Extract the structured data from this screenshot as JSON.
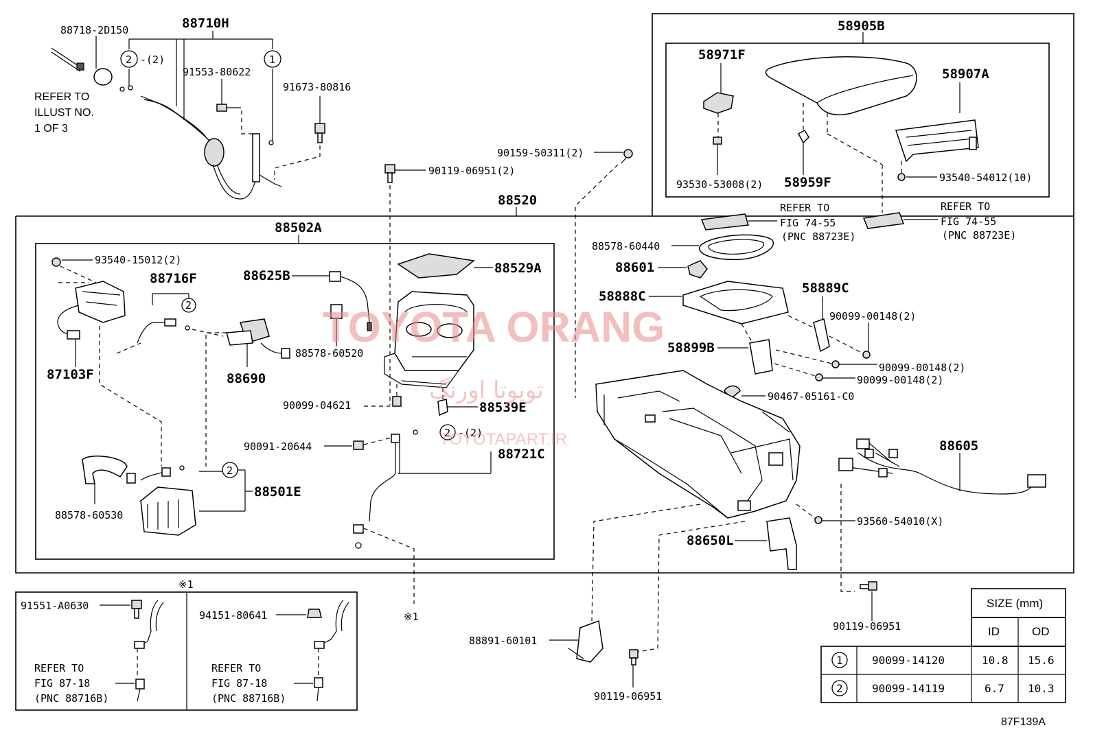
{
  "parts": {
    "p88710H": "88710H",
    "p88718_2D150": "88718-2D150",
    "p91553_80622": "91553-80622",
    "p91673_80816": "91673-80816",
    "refer_illust": [
      "REFER TO",
      "ILLUST NO.",
      "1 OF 3"
    ],
    "p88520": "88520",
    "p88502A": "88502A",
    "p90159_50311": "90159-50311(2)",
    "p90119_06951_2": "90119-06951(2)",
    "p58905B": "58905B",
    "p58971F": "58971F",
    "p58907A": "58907A",
    "p93530_53008": "93530-53008(2)",
    "p58959F": "58959F",
    "p93540_54012": "93540-54012(10)",
    "refer_fig_a": [
      "REFER TO",
      "FIG 74-55",
      "(PNC 88723E)"
    ],
    "refer_fig_b": [
      "REFER TO",
      "FIG 74-55",
      "(PNC 88723E)"
    ],
    "p88578_60440": "88578-60440",
    "p88601": "88601",
    "p58888C": "58888C",
    "p58889C": "58889C",
    "p90099_00148_a": "90099-00148(2)",
    "p90099_00148_b": "90099-00148(2)",
    "p90099_00148_c": "90099-00148(2)",
    "p58899B": "58899B",
    "p90467_05161": "90467-05161-C0",
    "p88605": "88605",
    "p93560_54010": "93560-54010(X)",
    "p88650L": "88650L",
    "p90119_06951_a": "90119-06951",
    "p88891_60101": "88891-60101",
    "p90119_06951_b": "90119-06951",
    "p93540_15012": "93540-15012(2)",
    "p88716F": "88716F",
    "p87103F": "87103F",
    "p88625B": "88625B",
    "p88529A": "88529A",
    "p88578_60520": "88578-60520",
    "p88690": "88690",
    "p90099_04621": "90099-04621",
    "p88539E": "88539E",
    "p90091_20644": "90091-20644",
    "p88721C": "88721C",
    "p88501E": "88501E",
    "p88578_60530": "88578-60530",
    "p91551_A0630": "91551-A0630",
    "p94151_80641": "94151-80641",
    "refer_fig87_a": [
      "REFER TO",
      "FIG 87-18",
      "(PNC 88716B)"
    ],
    "refer_fig87_b": [
      "REFER TO",
      "FIG 87-18",
      "(PNC 88716B)"
    ],
    "mark_x1": "※1",
    "circle1": "1",
    "circle2": "2",
    "qty2": "-(2)",
    "fig_code": "87F139A"
  },
  "size_table": {
    "title": "SIZE (mm)",
    "col_id": "ID",
    "col_od": "OD",
    "rows": [
      {
        "key": "1",
        "part": "90099-14120",
        "id": "10.8",
        "od": "15.6"
      },
      {
        "key": "2",
        "part": "90099-14119",
        "id": "6.7",
        "od": "10.3"
      }
    ]
  },
  "watermark": {
    "main": "TOYOTA ORANG",
    "arabic": "تویوتا اورنگ",
    "url": "TOYOTAPART.IR"
  }
}
